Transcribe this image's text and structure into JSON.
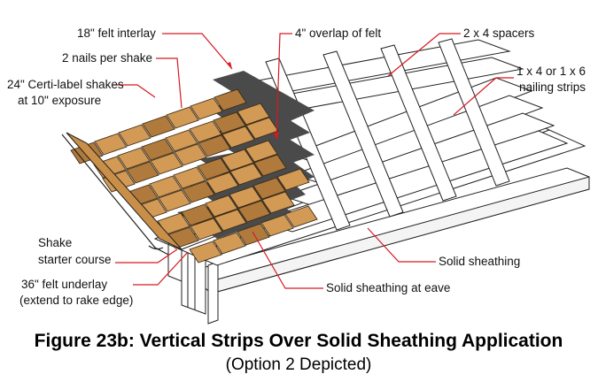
{
  "figure": {
    "caption": "Figure 23b: Vertical Strips Over Solid Sheathing Application",
    "subcaption": "(Option 2 Depicted)"
  },
  "labels": {
    "felt_interlay": "18\" felt interlay",
    "overlap_of_felt": "4\" overlap of felt",
    "spacers": "2 x 4 spacers",
    "nails_per_shake": "2 nails per shake",
    "nailing_strips_line1": "1 x 4 or 1 x 6",
    "nailing_strips_line2": "nailing strips",
    "shakes_line1": "24\" Certi-label shakes",
    "shakes_line2": "at 10\" exposure",
    "starter_line1": "Shake",
    "starter_line2": "starter course",
    "underlay_line1": "36\" felt underlay",
    "underlay_line2": "(extend to rake edge)",
    "solid_sheathing": "Solid sheathing",
    "sheathing_at_eave": "Solid sheathing at eave"
  },
  "colors": {
    "shake": "#d29a55",
    "shake_dark": "#b07a3c",
    "felt": "#4a4a4a",
    "leader": "#d71920",
    "wood": "#ffffff"
  }
}
